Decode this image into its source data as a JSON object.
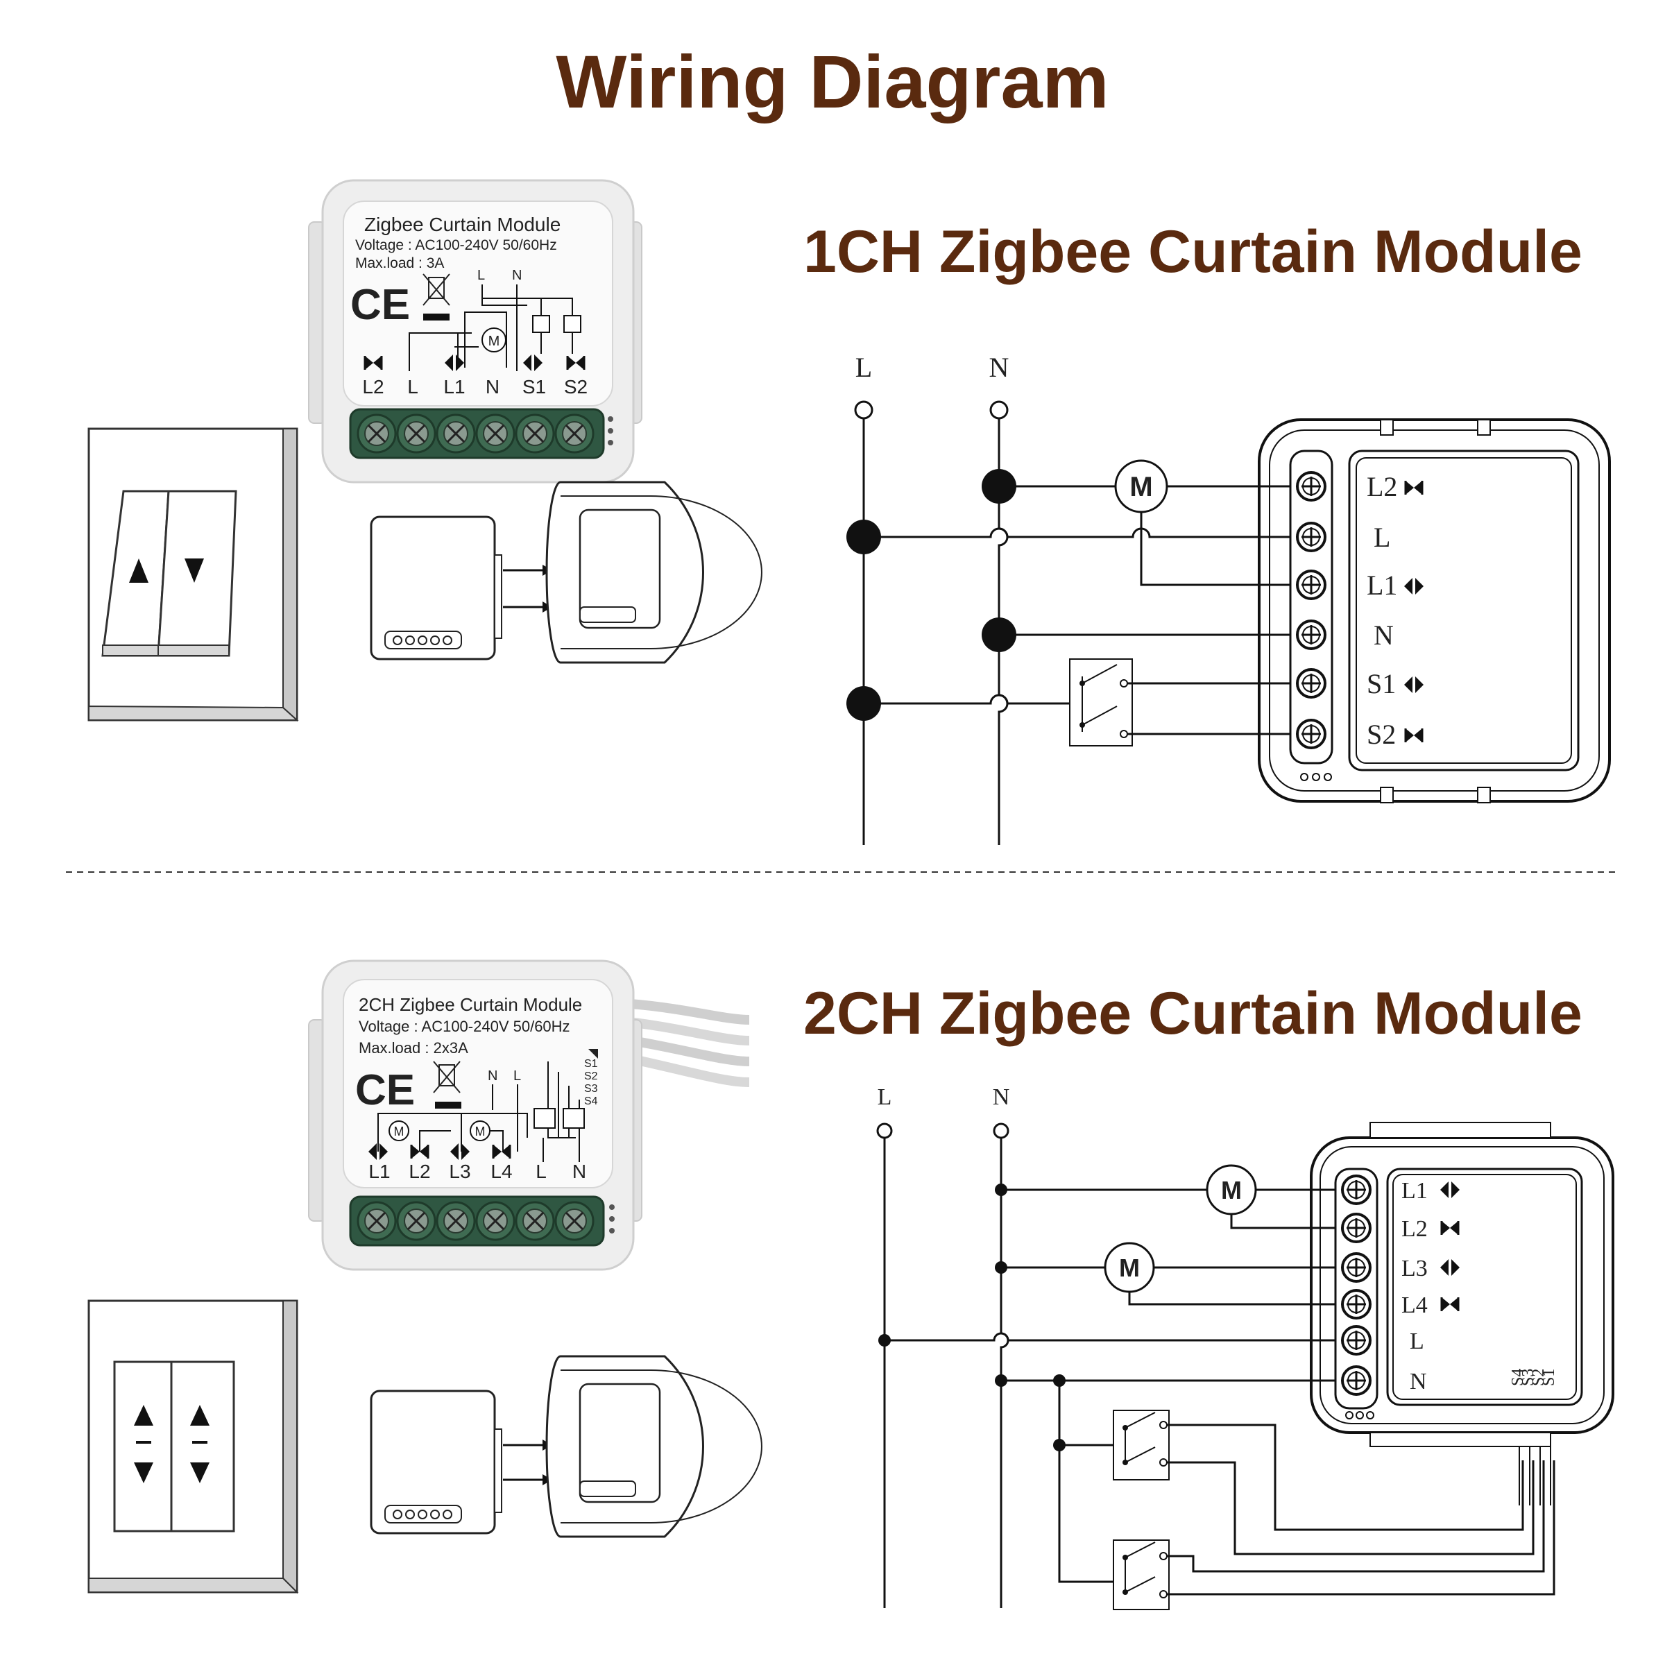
{
  "title": "Wiring Diagram",
  "colors": {
    "title_brown": "#5a2a0f",
    "terminal_green": "#3f6b52",
    "module_body": "#eeeeee"
  },
  "section_1ch": {
    "heading": "1CH Zigbee Curtain Module",
    "module_label": {
      "name": "Zigbee Curtain Module",
      "voltage": "Voltage : AC100-240V 50/60Hz",
      "maxload": "Max.load : 3A",
      "ce": "CE",
      "top_L": "L",
      "top_N": "N",
      "motor": "M",
      "terminals": [
        "L2",
        "L",
        "L1",
        "N",
        "S1",
        "S2"
      ]
    },
    "schematic": {
      "line_L": "L",
      "line_N": "N",
      "motor": "M",
      "terminals": [
        "L2",
        "L",
        "L1",
        "N",
        "S1",
        "S2"
      ]
    }
  },
  "section_2ch": {
    "heading": "2CH Zigbee Curtain Module",
    "module_label": {
      "name": "2CH Zigbee Curtain Module",
      "voltage": "Voltage : AC100-240V 50/60Hz",
      "maxload": "Max.load : 2x3A",
      "ce": "CE",
      "top_N": "N",
      "top_L": "L",
      "motor": "M",
      "switch_inputs": [
        "S1",
        "S2",
        "S3",
        "S4"
      ],
      "terminals": [
        "L1",
        "L2",
        "L3",
        "L4",
        "L",
        "N"
      ]
    },
    "schematic": {
      "line_L": "L",
      "line_N": "N",
      "motor": "M",
      "terminals": [
        "L1",
        "L2",
        "L3",
        "L4",
        "L",
        "N"
      ],
      "switch_inputs": [
        "S1",
        "S2",
        "S3",
        "S4"
      ]
    }
  }
}
